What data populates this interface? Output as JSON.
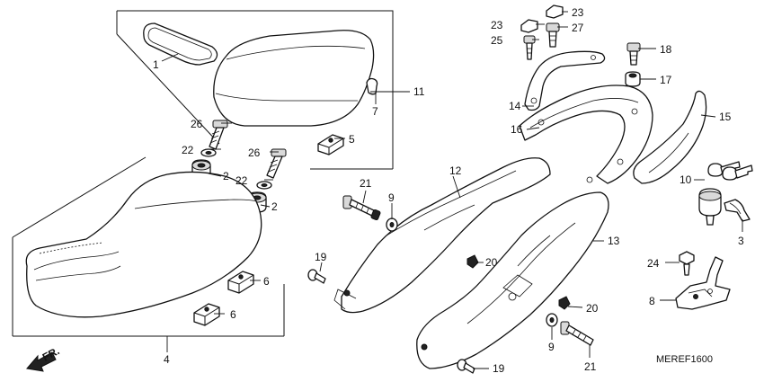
{
  "diagram_code": "MEREF1600",
  "front_label": "FR.",
  "callouts": [
    {
      "id": "c1",
      "label": "1"
    },
    {
      "id": "c2a",
      "label": "2"
    },
    {
      "id": "c2b",
      "label": "2"
    },
    {
      "id": "c3",
      "label": "3"
    },
    {
      "id": "c4",
      "label": "4"
    },
    {
      "id": "c5",
      "label": "5"
    },
    {
      "id": "c6a",
      "label": "6"
    },
    {
      "id": "c6b",
      "label": "6"
    },
    {
      "id": "c7",
      "label": "7"
    },
    {
      "id": "c8",
      "label": "8"
    },
    {
      "id": "c9a",
      "label": "9"
    },
    {
      "id": "c9b",
      "label": "9"
    },
    {
      "id": "c10",
      "label": "10"
    },
    {
      "id": "c11",
      "label": "11"
    },
    {
      "id": "c12",
      "label": "12"
    },
    {
      "id": "c13",
      "label": "13"
    },
    {
      "id": "c14",
      "label": "14"
    },
    {
      "id": "c15",
      "label": "15"
    },
    {
      "id": "c16",
      "label": "16"
    },
    {
      "id": "c17",
      "label": "17"
    },
    {
      "id": "c18",
      "label": "18"
    },
    {
      "id": "c19a",
      "label": "19"
    },
    {
      "id": "c19b",
      "label": "19"
    },
    {
      "id": "c20a",
      "label": "20"
    },
    {
      "id": "c20b",
      "label": "20"
    },
    {
      "id": "c21a",
      "label": "21"
    },
    {
      "id": "c21b",
      "label": "21"
    },
    {
      "id": "c22a",
      "label": "22"
    },
    {
      "id": "c22b",
      "label": "22"
    },
    {
      "id": "c23a",
      "label": "23"
    },
    {
      "id": "c23b",
      "label": "23"
    },
    {
      "id": "c24",
      "label": "24"
    },
    {
      "id": "c25",
      "label": "25"
    },
    {
      "id": "c26a",
      "label": "26"
    },
    {
      "id": "c26b",
      "label": "26"
    },
    {
      "id": "c27",
      "label": "27"
    }
  ]
}
